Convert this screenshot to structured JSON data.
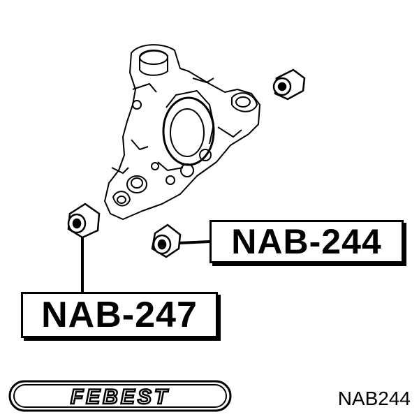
{
  "parts": {
    "bushing_upper": "NAB-244",
    "bushing_lower": "NAB-247"
  },
  "brand": {
    "name": "FEBEST"
  },
  "part_number": "NAB244"
}
